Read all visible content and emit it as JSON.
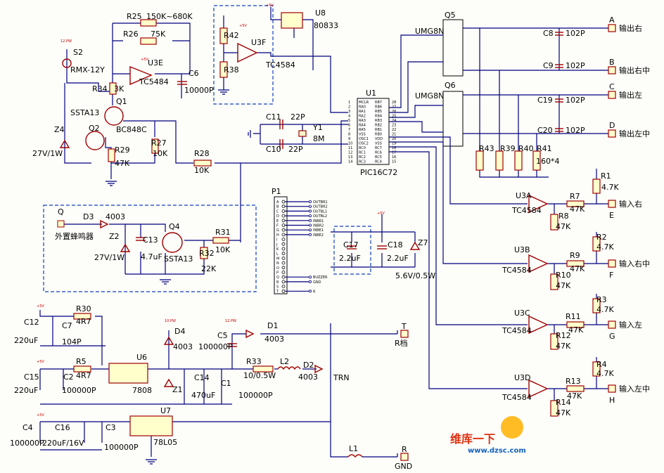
{
  "title": "",
  "components": {
    "R25": "R25",
    "R25v": "150K~680K",
    "R26": "R26",
    "R26v": "75K",
    "S2": "S2",
    "S2v": "RMX-12Y",
    "U3E": "U3E",
    "U3Ev": "TC5484",
    "R34": "R34",
    "R34v": "3K",
    "C6": "C6",
    "C6v": "10000P",
    "Q1": "Q1",
    "Q1v": "BC848C",
    "Q2": "Q2",
    "Q2v": "SSTA13",
    "Z4": "Z4",
    "Z4v": "27V/1W",
    "R29": "R29",
    "R29v": "47K",
    "R27": "R27",
    "R27v": "10K",
    "R28": "R28",
    "R28v": "10K",
    "R42": "R42",
    "R38": "R38",
    "U3F": "U3F",
    "U3Fv": "TC4584",
    "U8": "U8",
    "U8v": "80833",
    "C11": "C11",
    "C11v": "22P",
    "C10": "C10",
    "C10v": "22P",
    "Y1": "Y1",
    "Y1v": "8M",
    "U1": "U1",
    "U1v": "PIC16C72",
    "Q5": "Q5",
    "Q5v": "UMG8N",
    "Q6": "Q6",
    "Q6v": "UMG8N",
    "C8": "C8",
    "C9": "C9",
    "C19": "C19",
    "C20": "C20",
    "Cv": "102P",
    "R43": "R43",
    "R39": "R39",
    "R40": "R40",
    "R41": "R41",
    "R41v": "160*4",
    "R1": "R1",
    "R2": "R2",
    "R3": "R3",
    "R4": "R4",
    "R1v": "4.7K",
    "R7": "R7",
    "R9": "R9",
    "R11": "R11",
    "R13": "R13",
    "Rv47": "47K",
    "R8": "R8",
    "R10": "R10",
    "R12": "R12",
    "R14": "R14",
    "U3A": "U3A",
    "U3B": "U3B",
    "U3C": "U3C",
    "U3D": "U3D",
    "TC4584": "TC4584",
    "P1": "P1",
    "Q": "Q",
    "Qv": "外置蜂鸣器",
    "D3": "D3",
    "D3v": "4003",
    "Z2": "Z2",
    "Z2v": "27V/1W",
    "C13": "C13",
    "C13v": "4.7uF",
    "Q4": "Q4",
    "Q4v": "SSTA13",
    "R31": "R31",
    "R31v": "10K",
    "R32": "R32",
    "R32v": "22K",
    "C17": "C17",
    "C18": "C18",
    "C17v": "2.2uF",
    "Z7": "Z7",
    "Z7v": "5.6V/0.5W",
    "C12": "C12",
    "C12v": "220uF",
    "C7": "C7",
    "C7v": "104P",
    "R30": "R30",
    "R30v": "4R7",
    "R5": "R5",
    "R5v": "4R7",
    "C15": "C15",
    "C15v": "220uF",
    "C2": "C2",
    "C2v": "100000P",
    "U6": "U6",
    "U6v": "7808",
    "D4": "D4",
    "D4v": "4003",
    "Z1": "Z1",
    "C14": "C14",
    "C14v": "470uF",
    "C1": "C1",
    "C1v": "100000P",
    "C5": "C5",
    "C5v": "100000P",
    "D1": "D1",
    "D1v": "4003",
    "R33": "R33",
    "R33v": "10/0.5W",
    "L2": "L2",
    "D2": "D2",
    "D2v": "4003",
    "TRN": "TRN",
    "C4": "C4",
    "C4v": "100000P",
    "C16": "C16",
    "C16v": "220uF/16V",
    "C3": "C3",
    "C3v": "100000P",
    "U7": "U7",
    "U7v": "78L05",
    "L1": "L1"
  },
  "connectors": [
    {
      "letter": "A",
      "label": "输出右"
    },
    {
      "letter": "B",
      "label": "输出右中"
    },
    {
      "letter": "C",
      "label": "输出左"
    },
    {
      "letter": "D",
      "label": "输出左中"
    },
    {
      "letter": "E",
      "label": "输入右"
    },
    {
      "letter": "F",
      "label": "输入右中"
    },
    {
      "letter": "G",
      "label": "输入左"
    },
    {
      "letter": "H",
      "label": "输入左中"
    },
    {
      "letter": "T",
      "label": "R档"
    },
    {
      "letter": "R",
      "label": "GND"
    }
  ],
  "p1_pins": [
    "A",
    "B",
    "C",
    "D",
    "E",
    "F",
    "G",
    "H",
    "I",
    "J",
    "K",
    "L",
    "M",
    "N",
    "O",
    "P",
    "Q",
    "R",
    "S",
    "T"
  ],
  "p1_signals": [
    "OUTBR1",
    "OUTBR2",
    "OUTBL1",
    "OUTBL2",
    "INBR1",
    "INBR2",
    "INBE1",
    "INBE2",
    "BUZZER",
    "GND",
    "R"
  ],
  "u1_left_pins": [
    "MCLR",
    "RA0",
    "RA1",
    "RA2",
    "RA3",
    "RA4",
    "RA5",
    "VSS",
    "OSC1",
    "OSC2",
    "RC0",
    "RC1",
    "RC2",
    "RC3"
  ],
  "u1_right_pins": [
    "RB7",
    "RB6",
    "RB5",
    "RB4",
    "RB3",
    "RB2",
    "RB1",
    "RB0",
    "VDD",
    "VSS",
    "RC7",
    "RC6",
    "RC5",
    "RC4"
  ],
  "rails": {
    "plus5": "+5V",
    "plus12": "12.PW",
    "plus10": "10.PW"
  },
  "watermark": {
    "logo": "维库一下",
    "url": "www.dzsc.com"
  }
}
